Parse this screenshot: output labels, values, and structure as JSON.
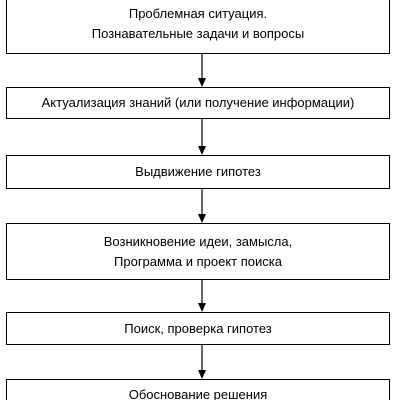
{
  "flowchart": {
    "steps": [
      {
        "text": "Проблемная ситуация.\nПознавательные задачи и вопросы"
      },
      {
        "text": "Актуализация знаний (или получение информации)"
      },
      {
        "text": "Выдвижение гипотез"
      },
      {
        "text": "Возникновение идеи, замысла,\nПрограмма и проект поиска"
      },
      {
        "text": "Поиск, проверка гипотез"
      },
      {
        "text": "Обоснование решения"
      }
    ]
  },
  "colors": {
    "line": "#000000",
    "background": "#ffffff",
    "text": "#000000"
  }
}
